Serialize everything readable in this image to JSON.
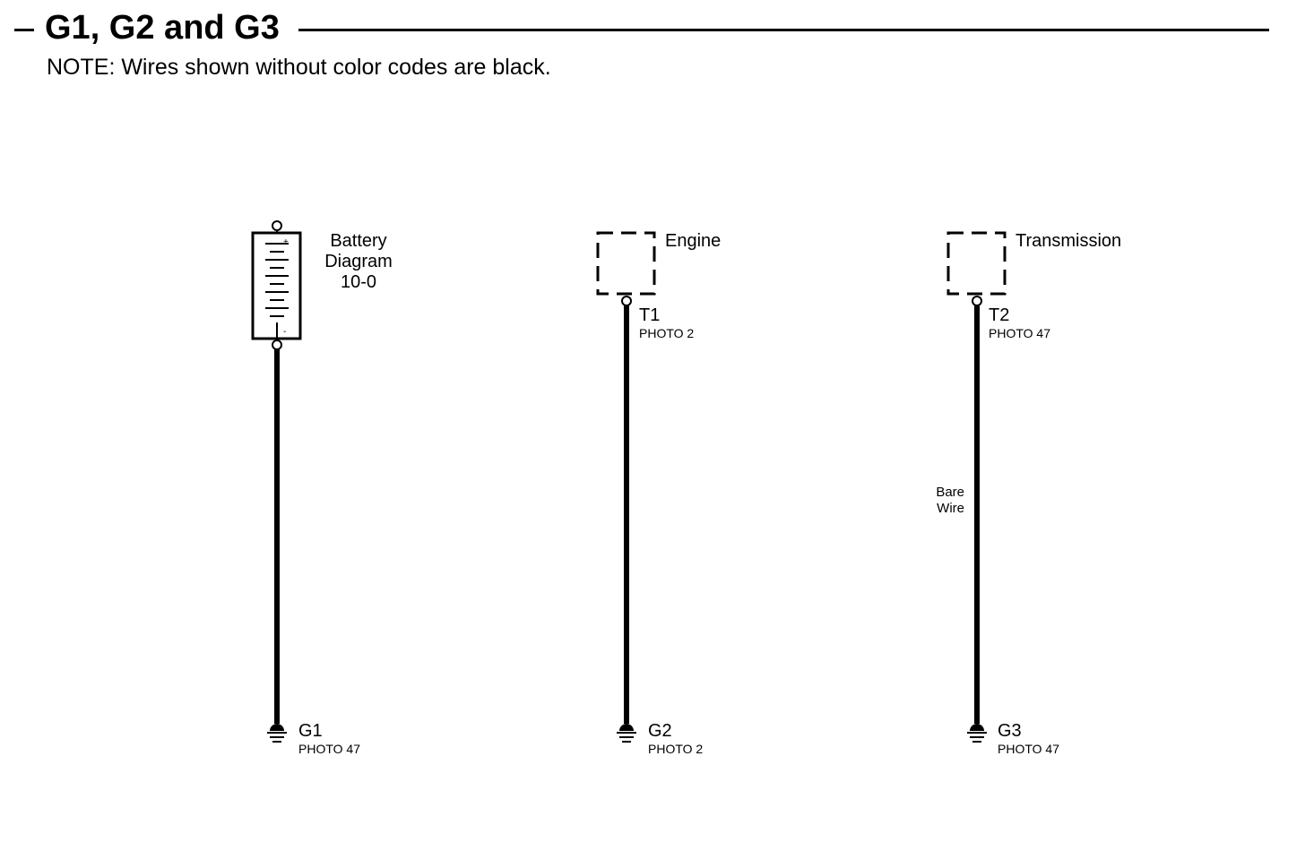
{
  "header": {
    "title": "G1, G2 and G3",
    "note": "NOTE: Wires shown without color codes are black."
  },
  "battery": {
    "label_line1": "Battery",
    "label_line2": "Diagram",
    "label_line3": "10-0",
    "plus": "+",
    "minus": "-"
  },
  "engine": {
    "label": "Engine",
    "terminal": "T1",
    "terminal_photo": "PHOTO 2"
  },
  "transmission": {
    "label": "Transmission",
    "terminal": "T2",
    "terminal_photo": "PHOTO 47",
    "wire_label_line1": "Bare",
    "wire_label_line2": "Wire"
  },
  "grounds": [
    {
      "name": "G1",
      "photo": "PHOTO 47"
    },
    {
      "name": "G2",
      "photo": "PHOTO 2"
    },
    {
      "name": "G3",
      "photo": "PHOTO 47"
    }
  ]
}
